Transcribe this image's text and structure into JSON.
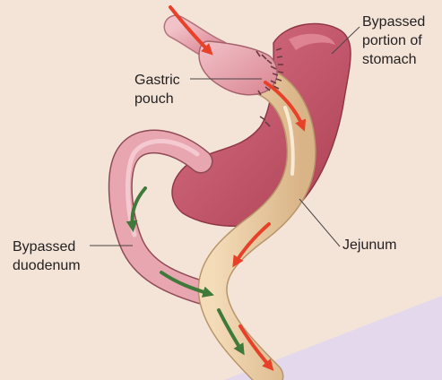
{
  "labels": {
    "bypassed_stomach": [
      "Bypassed",
      "portion of",
      "stomach"
    ],
    "gastric_pouch": [
      "Gastric",
      "pouch"
    ],
    "jejunum": [
      "Jejunum"
    ],
    "bypassed_duodenum": [
      "Bypassed",
      "duodenum"
    ]
  },
  "colors": {
    "background": "#f3e4d7",
    "stomach": "#c85a6c",
    "pouch": "#e6a3ad",
    "jejunum": "#edcfa4",
    "food_arrow": "#e8412a",
    "juice_arrow": "#3f7a3a",
    "floor": "#e3d8ec"
  }
}
